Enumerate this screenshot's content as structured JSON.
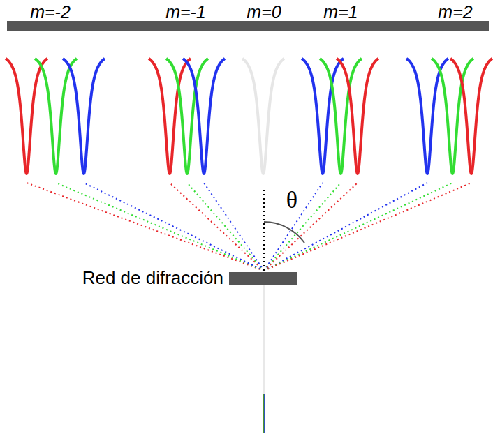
{
  "diagram": {
    "labels": [
      "m=-2",
      "m=-1",
      "m=0",
      "m=1",
      "m=2",
      "θ",
      "Red de difracción"
    ]
  }
}
